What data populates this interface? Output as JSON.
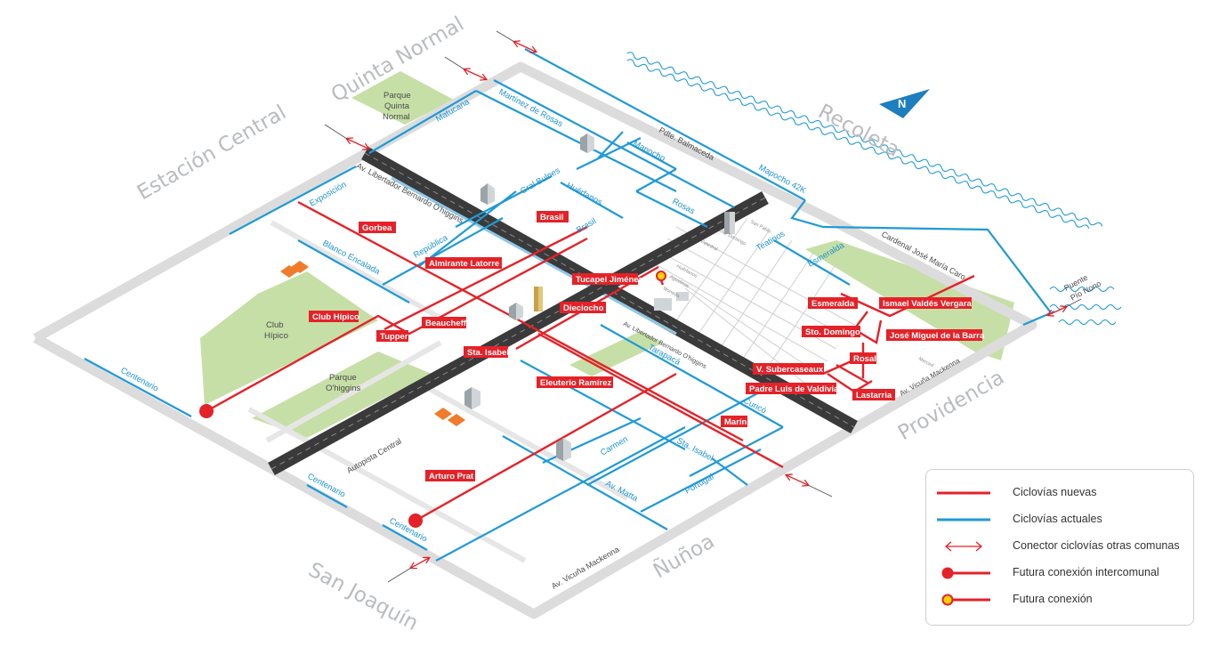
{
  "comunas": {
    "quinta_normal": "Quinta Normal",
    "estacion_central": "Estación Central",
    "recoleta": "Recoleta",
    "providencia": "Providencia",
    "san_joaquin": "San Joaquín",
    "nunoa": "Ñuñoa"
  },
  "places": {
    "parque_qn_1": "Parque",
    "parque_qn_2": "Quinta",
    "parque_qn_3": "Normal",
    "club_1": "Club",
    "club_2": "Hípico",
    "parque_oh_1": "Parque",
    "parque_oh_2": "O'higgins",
    "puente_1": "Puente",
    "puente_2": "Pío Nono"
  },
  "streets": {
    "matucana": "Matucana",
    "martinez": "Martínez de Rosas",
    "exposicion": "Exposición",
    "alameda": "Av. Libertador Bernardo O'higgins",
    "alameda_east": "Av. Libertador Bernardo O'higgins",
    "gral_bulnes": "Gral Bulnes",
    "huerfanos": "Huérfanos",
    "mapocho": "Mapocho",
    "pdte_balmaceda": "Pdte. Balmaceda",
    "mapocho42k": "Mapocho 42K",
    "rosas": "Rosas",
    "teatinos": "Teatinos",
    "republica": "República",
    "brasil": "Brasil",
    "blanco_encalada": "Blanco Encalada",
    "esmeralda": "Esmeralda",
    "cardenal": "Cardenal José María Caro",
    "tarapaca": "Tarapacá",
    "curico": "Curicó",
    "sta_isabel": "Sta. Isabel",
    "carmen": "Carmen",
    "av_matta": "Av. Matta",
    "portugal": "Portugal",
    "centenario_1": "Centenario",
    "centenario_2": "Centenario",
    "centenario_3": "Centenario",
    "autopista": "Autopista Central",
    "vicuna_1": "Av. Vicuña Mackenna",
    "vicuna_2": "Av. Vicuña Mackenna",
    "san_pablo": "San Pablo",
    "sto_domingo_small": "Sto. Domingo",
    "catedral": "Catedral",
    "huerfanos_small": "Huérfanos",
    "agustinas": "Agustinas",
    "moneda": "Moneda",
    "merced": "Merced"
  },
  "tags": {
    "gorbea": "Gorbea",
    "brasil": "Brasil",
    "almirante": "Almirante Latorre",
    "tucapel": "Tucapel Jiménez",
    "dieciocho": "Dieciocho",
    "club_hipico": "Club Hípico",
    "beaucheff": "Beaucheff",
    "tupper": "Tupper",
    "sta_isabel": "Sta. Isabel",
    "eleuterio": "Eleuterio Ramírez",
    "esmeralda": "Esmeralda",
    "ismael": "Ismael Valdés Vergara",
    "sto_domingo": "Sto. Domingo",
    "jose_miguel": "José Miguel de la Barra",
    "rosal": "Rosal",
    "subercaseaux": "V. Subercaseaux",
    "padre_luis": "Padre Luis de Valdivia",
    "lastarria": "Lastarria",
    "marin": "Marín",
    "arturo_prat": "Arturo Prat"
  },
  "north_label": "N",
  "legend": {
    "items": [
      {
        "label": "Ciclovías nuevas",
        "symbol": "red-line"
      },
      {
        "label": "Ciclovías actuales",
        "symbol": "blue-line"
      },
      {
        "label": "Conector ciclovías otras comunas",
        "symbol": "red-double-arrow"
      },
      {
        "label": "Futura conexión intercomunal",
        "symbol": "red-dot-line"
      },
      {
        "label": "Futura conexión",
        "symbol": "yellow-dot-line"
      }
    ]
  },
  "colors": {
    "new_bikeway": "#e42228",
    "current_bikeway": "#1f9ad6",
    "park": "#c6dfa6",
    "road_border": "#d9d9d9",
    "highway": "#3a3a3a",
    "metro_rail": "#8ec8e6",
    "comuna_text": "#b9bcbf",
    "future_yellow": "#ffd400",
    "compass": "#1d7ec0"
  }
}
